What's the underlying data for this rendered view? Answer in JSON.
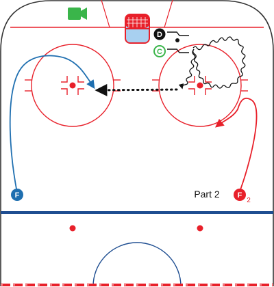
{
  "diagram": {
    "title": "Part 2",
    "players": [
      {
        "id": "F",
        "label": "F",
        "subscript": "",
        "color": "#1f6fb0"
      },
      {
        "id": "F2",
        "label": "F",
        "subscript": "2",
        "color": "#e8202a"
      },
      {
        "id": "D",
        "label": "D",
        "color": "#111111"
      },
      {
        "id": "C",
        "label": "C",
        "color": "#3ab54a"
      }
    ],
    "colors": {
      "rink_red": "#e8202a",
      "blue_line": "#1f4e91",
      "board": "#333333",
      "camera": "#3ab54a",
      "net_fill": "#a8d0f0",
      "skate_blue": "#1f6fb0",
      "skate_red": "#e8202a",
      "puck_path": "#111111"
    },
    "icons": [
      "video-camera-icon",
      "goal-net-icon"
    ]
  }
}
